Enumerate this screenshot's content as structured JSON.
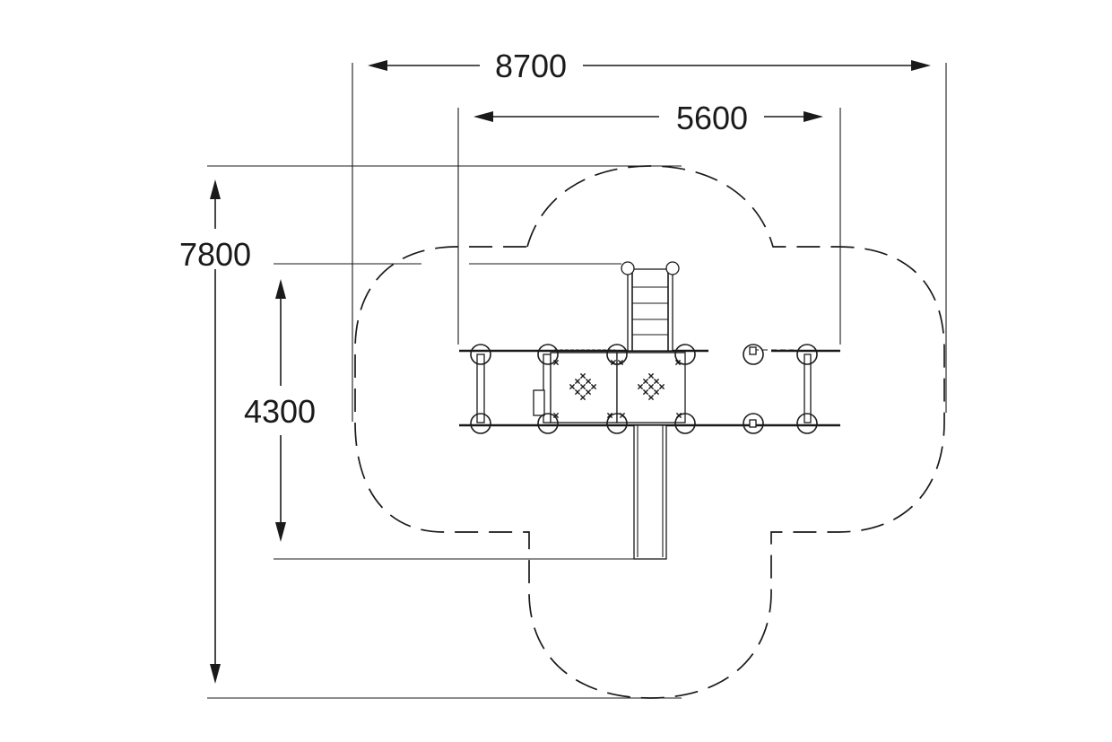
{
  "dimensions": {
    "overall_width": "8700",
    "inner_width": "5600",
    "overall_depth": "7800",
    "inner_depth": "4300"
  },
  "drawing": {
    "line_color": "#1a1a1a",
    "background": "#ffffff",
    "safety_zone_style": "dashed"
  }
}
